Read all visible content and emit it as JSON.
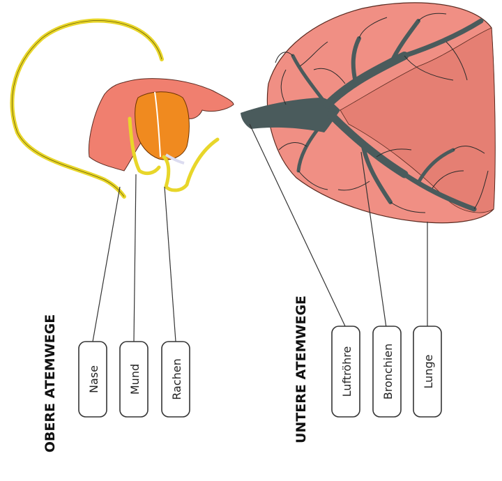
{
  "headings": {
    "upper": "OBERE ATEMWEGE",
    "lower": "UNTERE ATEMWEGE"
  },
  "labels": {
    "nose": "Nase",
    "mouth": "Mund",
    "pharynx": "Rachen",
    "trachea": "Luftröhre",
    "bronchi": "Bronchien",
    "lung": "Lunge"
  },
  "colors": {
    "lung_tissue": "#f08f84",
    "lung_inner": "#e57f73",
    "airway_dark": "#4a5b5c",
    "vessels": "#2a2a2a",
    "head_pink": "#f07f6f",
    "head_orange": "#f08a1f",
    "head_yellow": "#e8d62a",
    "outline": "#333333"
  }
}
